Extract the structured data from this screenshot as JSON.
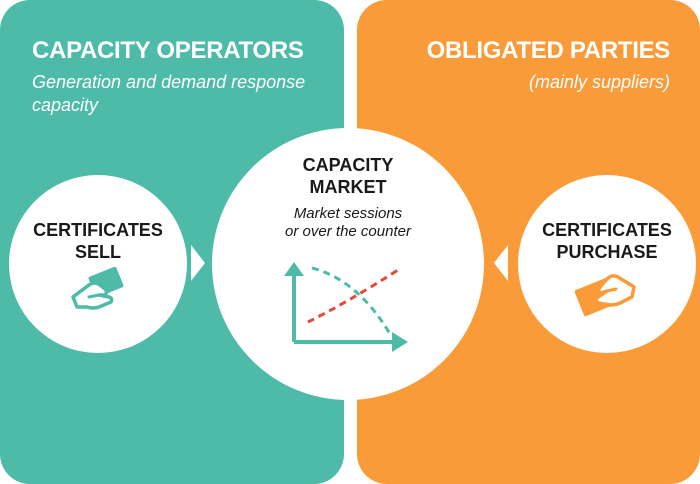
{
  "colors": {
    "left_panel": "#4dbba8",
    "right_panel": "#f89b38",
    "curve_demand": "#4dbba8",
    "curve_supply": "#e8483b",
    "axis": "#4dbba8"
  },
  "left_panel": {
    "title": "CAPACITY OPERATORS",
    "subtitle": "Generation and demand response capacity"
  },
  "right_panel": {
    "title": "OBLIGATED PARTIES",
    "subtitle": "(mainly suppliers)"
  },
  "center": {
    "title_line1": "CAPACITY",
    "title_line2": "MARKET",
    "sub_line1": "Market sessions",
    "sub_line2": "or over the counter"
  },
  "left_circle": {
    "line1": "CERTIFICATES",
    "line2": "SELL",
    "icon": "hand-giving-certificate-icon"
  },
  "right_circle": {
    "line1": "CERTIFICATES",
    "line2": "PURCHASE",
    "icon": "hand-receiving-certificate-icon"
  },
  "chart_icon": {
    "icon": "supply-demand-chart-icon"
  }
}
